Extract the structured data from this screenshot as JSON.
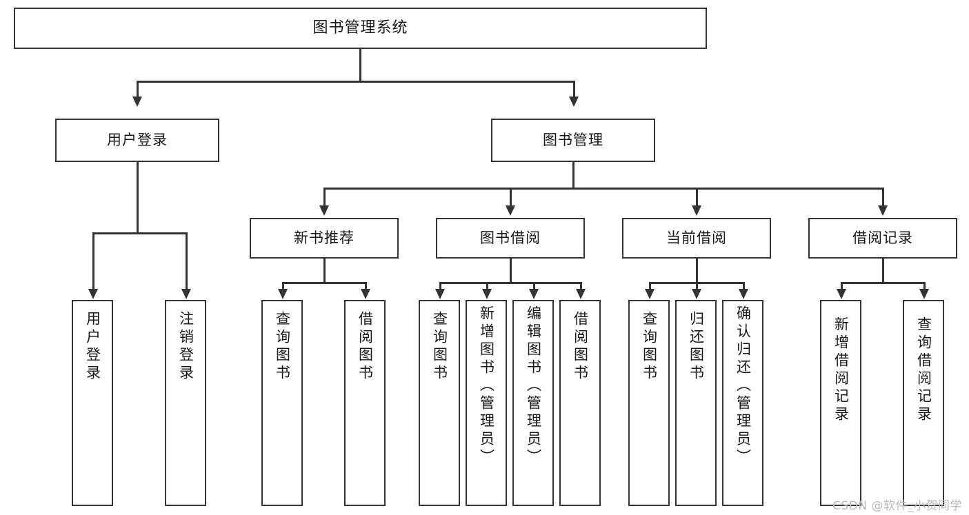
{
  "diagram": {
    "title": "图书管理系统",
    "type": "functional-structure-tree",
    "root": {
      "id": "root",
      "label": "图书管理系统"
    },
    "level1": [
      {
        "id": "user-login",
        "label": "用户登录"
      },
      {
        "id": "book-management",
        "label": "图书管理"
      }
    ],
    "level2": [
      {
        "id": "new-book-recommend",
        "label": "新书推荐",
        "parent": "book-management"
      },
      {
        "id": "book-borrow",
        "label": "图书借阅",
        "parent": "book-management"
      },
      {
        "id": "current-borrow",
        "label": "当前借阅",
        "parent": "book-management"
      },
      {
        "id": "borrow-record",
        "label": "借阅记录",
        "parent": "book-management"
      }
    ],
    "leaves": {
      "user_login": [
        {
          "id": "leaf-user-login",
          "label": "用户登录"
        },
        {
          "id": "leaf-user-logout",
          "label": "注销登录"
        }
      ],
      "new_book_recommend": [
        {
          "id": "leaf-query-book-1",
          "label": "查询图书"
        },
        {
          "id": "leaf-borrow-book-1",
          "label": "借阅图书"
        }
      ],
      "book_borrow": [
        {
          "id": "leaf-query-book-2",
          "label": "查询图书"
        },
        {
          "id": "leaf-add-book",
          "label": "新增图书（管理员）"
        },
        {
          "id": "leaf-edit-book",
          "label": "编辑图书（管理员）"
        },
        {
          "id": "leaf-borrow-book-2",
          "label": "借阅图书"
        }
      ],
      "current_borrow": [
        {
          "id": "leaf-query-book-3",
          "label": "查询图书"
        },
        {
          "id": "leaf-return-book",
          "label": "归还图书"
        },
        {
          "id": "leaf-confirm-return",
          "label": "确认归还（管理员）"
        }
      ],
      "borrow_record": [
        {
          "id": "leaf-add-record",
          "label": "新增借阅记录"
        },
        {
          "id": "leaf-query-record",
          "label": "查询借阅记录"
        }
      ]
    }
  },
  "watermark": {
    "text": "CSDN @软件_小贺同学"
  },
  "colors": {
    "stroke": "#333333",
    "background": "#ffffff",
    "text": "#1a1a1a",
    "watermark": "#b9b9b9"
  }
}
